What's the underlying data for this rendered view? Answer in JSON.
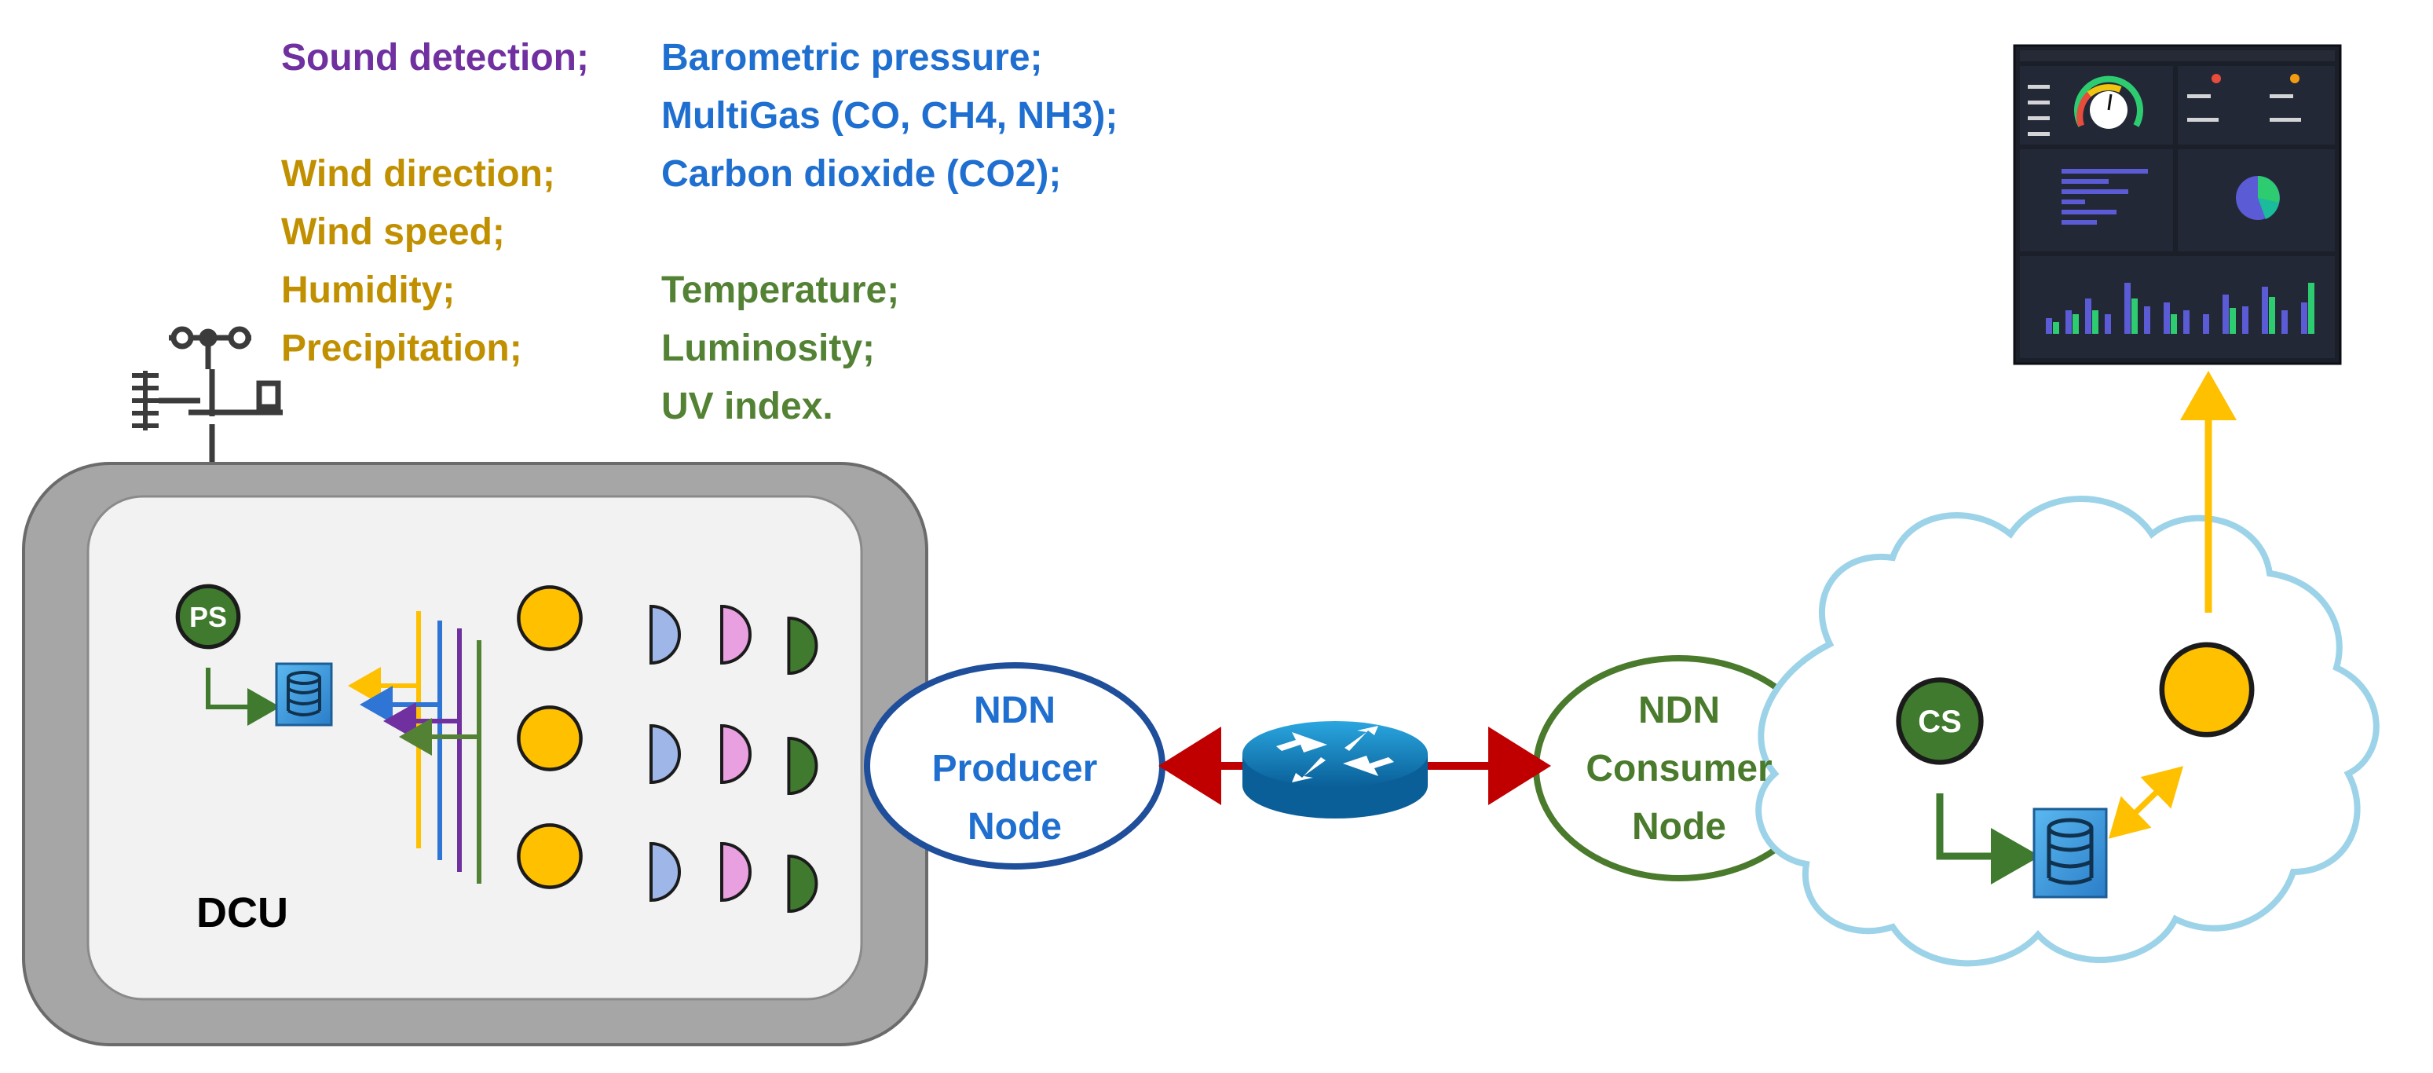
{
  "sensors": {
    "left": [
      {
        "text": "Sound detection;",
        "color": "#7030a0"
      },
      {
        "text": "Wind direction;",
        "color": "#c09000"
      },
      {
        "text": "Wind speed;",
        "color": "#c09000"
      },
      {
        "text": "Humidity;",
        "color": "#c09000"
      },
      {
        "text": "Precipitation;",
        "color": "#c09000"
      }
    ],
    "right": [
      {
        "text": "Barometric pressure;",
        "color": "#1f6fd0"
      },
      {
        "text": "MultiGas (CO, CH4, NH3);",
        "color": "#1f6fd0"
      },
      {
        "text": "Carbon dioxide (CO2);",
        "color": "#1f6fd0"
      },
      {
        "text": "Temperature;",
        "color": "#548235"
      },
      {
        "text": "Luminosity;",
        "color": "#548235"
      },
      {
        "text": "UV index.",
        "color": "#548235"
      }
    ]
  },
  "dcu": {
    "label": "DCU",
    "ps_label": "PS"
  },
  "producer": {
    "line1": "NDN",
    "line2": "Producer",
    "line3": "Node",
    "color": "#1f4e9a"
  },
  "consumer": {
    "line1": "NDN",
    "line2": "Consumer",
    "line3": "Node",
    "color": "#4a7a2c"
  },
  "cloud": {
    "cs_label": "CS"
  },
  "icons": [
    "weather-station-icon",
    "gear-icon",
    "database-icon",
    "router-icon",
    "cloud-icon",
    "dashboard-screenshot"
  ],
  "colors": {
    "gold": "#ffc000",
    "blue_line": "#2e75d6",
    "purple_line": "#7030a0",
    "green_line": "#548235",
    "red_arrow": "#c00000",
    "cloud_stroke": "#9dd3e8",
    "gear_fill": "#ffffff",
    "box_gray": "#a6a6a6"
  }
}
